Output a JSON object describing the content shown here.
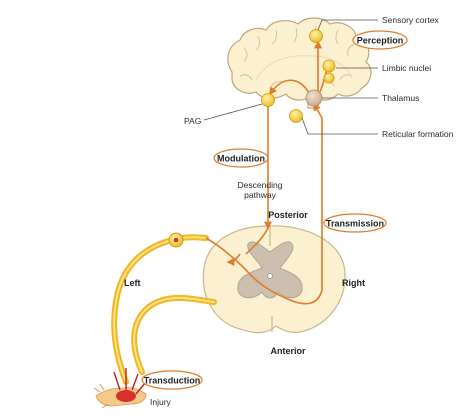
{
  "labels": {
    "sensory_cortex": "Sensory cortex",
    "perception": "Perception",
    "limbic_nuclei": "Limbic nuclei",
    "thalamus": "Thalamus",
    "pag": "PAG",
    "reticular_formation": "Reticular formation",
    "modulation": "Modulation",
    "descending_line1": "Descending",
    "descending_line2": "pathway",
    "posterior": "Posterior",
    "transmission": "Transmission",
    "left": "Left",
    "right": "Right",
    "anterior": "Anterior",
    "transduction": "Transduction",
    "injury": "Injury"
  },
  "colors": {
    "pathway": "#e07b28",
    "nerve": "#f2b623",
    "nerve_light": "#fde38a",
    "brain_fill": "#fbf0cf",
    "brain_stroke": "#bfa77a",
    "grey_matter": "#cbbfb0",
    "nucleus": "#f4d23c",
    "thalamus": "#d8c2a8",
    "tag_stroke": "#e07b28",
    "injury_red": "#d8302a"
  }
}
